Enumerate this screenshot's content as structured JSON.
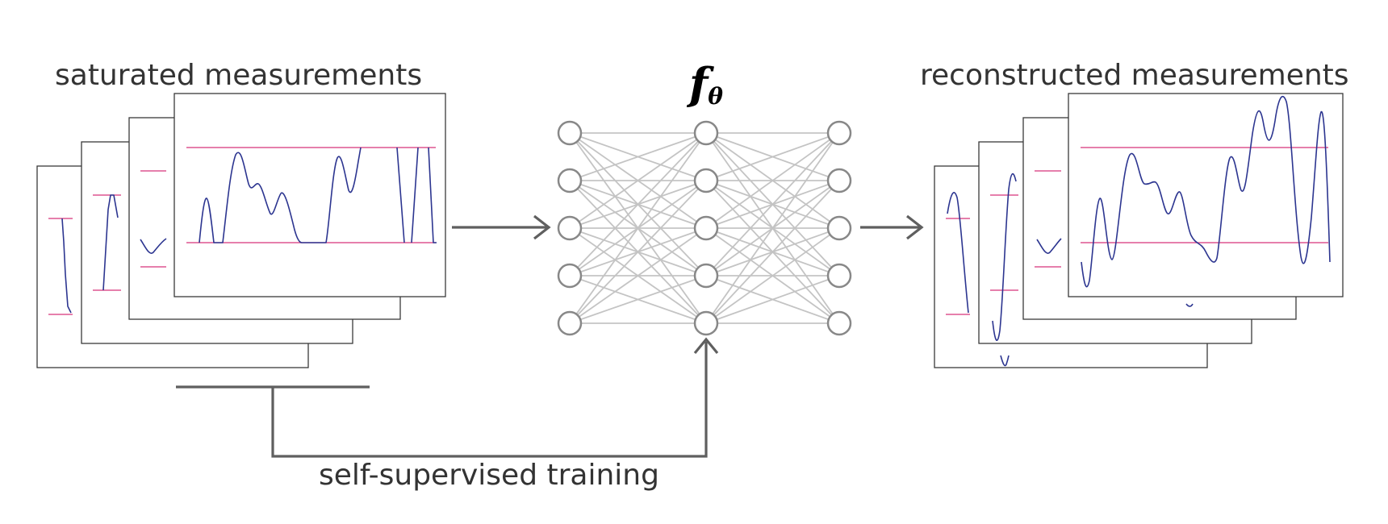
{
  "labels": {
    "input_title": "saturated measurements",
    "output_title": "reconstructed measurements",
    "network_symbol": "f",
    "network_subscript": "θ",
    "training_label": "self-supervised training"
  },
  "network": {
    "layers": [
      5,
      5,
      5
    ]
  },
  "colors": {
    "signal": "#2c3590",
    "threshold": "#d6337a",
    "edge": "#c4c4c4",
    "node_stroke": "#888888",
    "arrow": "#5f5f5f",
    "text": "#333333"
  },
  "icons": {
    "input_to_network": "arrow-right-icon",
    "network_to_output": "arrow-right-icon",
    "training_to_network": "arrow-up-icon"
  }
}
